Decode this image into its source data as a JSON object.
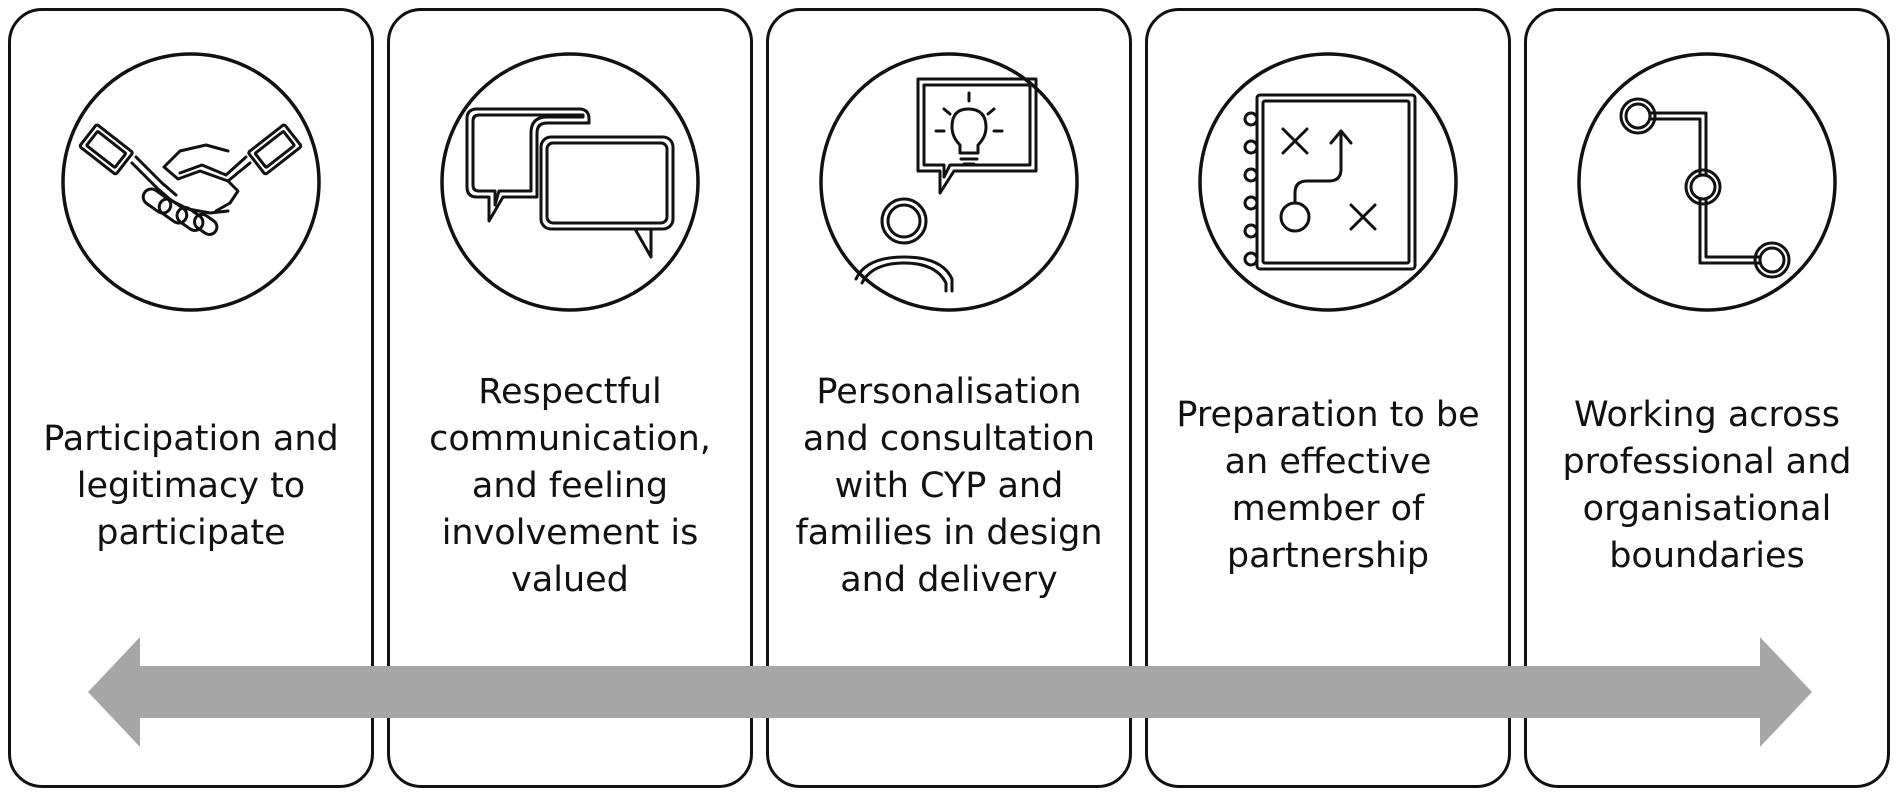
{
  "colors": {
    "outline": "#111111",
    "arrow": "#a6a6a6",
    "background": "#ffffff"
  },
  "panels": [
    {
      "icon": "handshake-icon",
      "label": "Participation and legitimacy to participate"
    },
    {
      "icon": "speech-bubbles-icon",
      "label": "Respectful communication, and feeling involvement is valued"
    },
    {
      "icon": "person-idea-icon",
      "label": "Personalisation and consultation with CYP and families in design and delivery"
    },
    {
      "icon": "strategy-board-icon",
      "label": "Preparation to be an effective member of partnership"
    },
    {
      "icon": "pathway-nodes-icon",
      "label": "Working across professional and organisational boundaries"
    }
  ],
  "arrow": {
    "type": "double-headed",
    "icon": "double-arrow-icon"
  }
}
